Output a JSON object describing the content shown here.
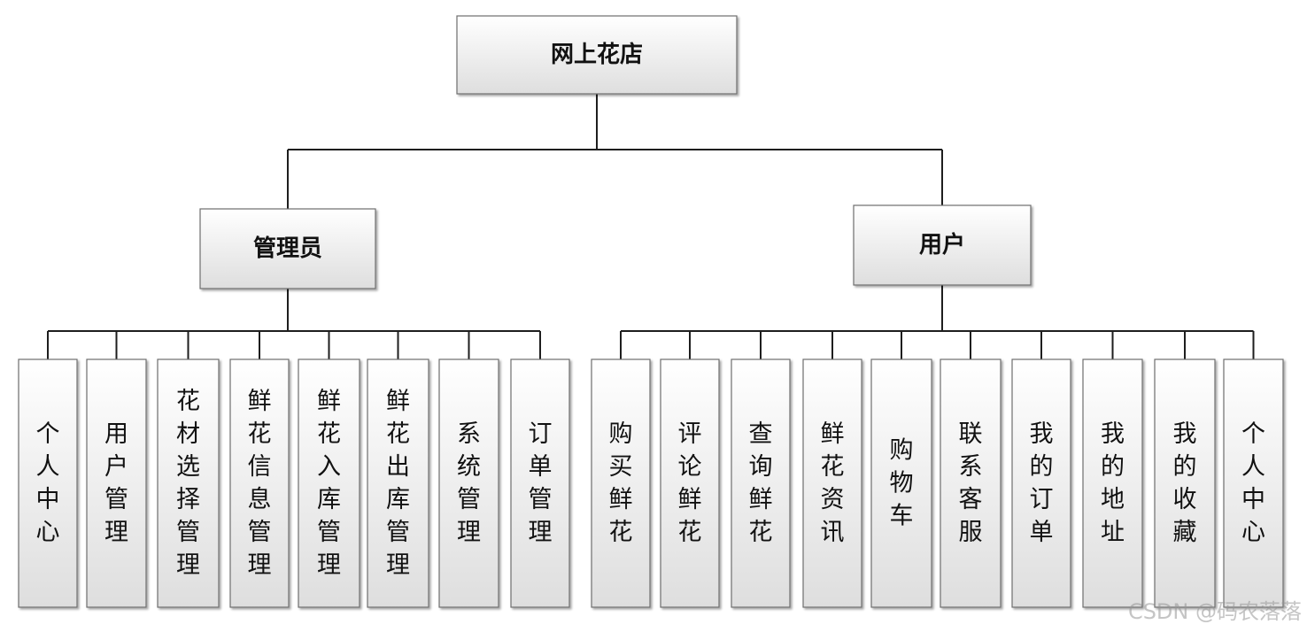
{
  "diagram": {
    "root": "网上花店",
    "branches": [
      {
        "label": "管理员",
        "children": [
          "个人中心",
          "用户管理",
          "花材选择管理",
          "鲜花信息管理",
          "鲜花入库管理",
          "鲜花出库管理",
          "系统管理",
          "订单管理"
        ]
      },
      {
        "label": "用户",
        "children": [
          "购买鲜花",
          "评论鲜花",
          "查询鲜花",
          "鲜花资讯",
          "购物车",
          "联系客服",
          "我的订单",
          "我的地址",
          "我的收藏",
          "个人中心"
        ]
      }
    ]
  },
  "watermark": "CSDN @码农落落"
}
